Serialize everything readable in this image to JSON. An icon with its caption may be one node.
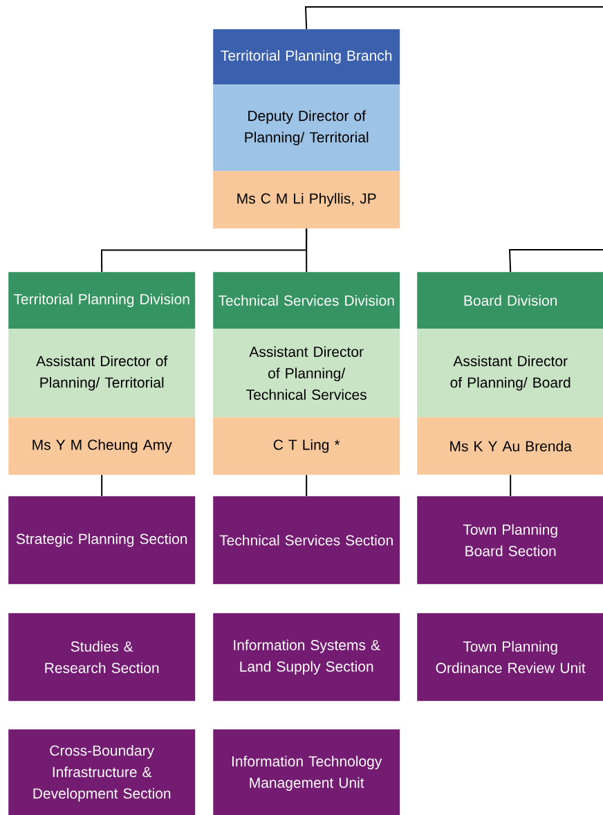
{
  "diagram": {
    "nodes": [
      {
        "text": [
          "Territorial Planning Branch",
          "Deputy Director of Planning/ Territorial",
          "Ms C M Li Phyllis, JP"
        ]
      },
      {
        "text": [
          "Territorial Planning Division",
          "Assistant Director of Planning/ Territorial",
          "Ms Y M Cheung Amy"
        ]
      },
      {
        "text": [
          "Technical Services Division",
          "Assistant Director of Planning/ Technical Services",
          "C T Ling *"
        ]
      },
      {
        "text": [
          "Board Division",
          "Assistant Director of Planning/ Board",
          "Ms K Y Au Brenda"
        ]
      },
      {
        "text": [
          "Strategic Planning Section"
        ]
      },
      {
        "text": [
          "Technical Services Section"
        ]
      },
      {
        "text": [
          "Town Planning Board Section"
        ]
      },
      {
        "text": [
          "Studies & Research Section"
        ]
      },
      {
        "text": [
          "Information Systems & Land Supply Section"
        ]
      },
      {
        "text": [
          "Town Planning Ordinance Review Unit"
        ]
      },
      {
        "text": [
          "Cross-Boundary Infrastructure & Development Section"
        ]
      },
      {
        "text": [
          "Information Technology Management Unit"
        ]
      }
    ],
    "edges": [
      {
        "from": 0,
        "to": null,
        "arrow": "none"
      },
      {
        "from": 0,
        "to": 1,
        "arrow": "none"
      },
      {
        "from": 0,
        "to": 2,
        "arrow": "none"
      },
      {
        "from": null,
        "to": 3,
        "arrow": "none"
      },
      {
        "from": 1,
        "to": 4,
        "arrow": "none"
      },
      {
        "from": 2,
        "to": 5,
        "arrow": "none"
      },
      {
        "from": 3,
        "to": 6,
        "arrow": "none"
      }
    ]
  }
}
